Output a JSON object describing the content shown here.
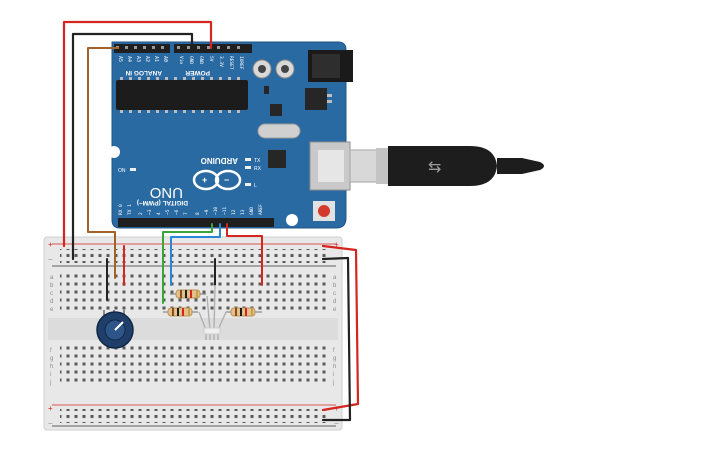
{
  "arduino": {
    "brand": "ARDUINO",
    "model": "UNO",
    "power_header_label": "POWER",
    "analog_header_label": "ANALOG IN",
    "digital_header_label": "DIGITAL (PWM~)",
    "analog_pins": [
      "A5",
      "A4",
      "A3",
      "A2",
      "A1",
      "A0"
    ],
    "power_pins": [
      "Vin",
      "GND",
      "GND",
      "5V",
      "3.3V",
      "RESET",
      "IOREF"
    ],
    "digital_pins": [
      "AREF",
      "GND",
      "13",
      "12",
      "~11",
      "~10",
      "~9",
      "8",
      "7",
      "~6",
      "~5",
      "4",
      "~3",
      "2",
      "TX 1",
      "RX 0"
    ],
    "leds": [
      "ON",
      "L",
      "TX",
      "RX"
    ],
    "colors": {
      "board": "#2a6aa3",
      "header": "#1f1f1f"
    }
  },
  "breadboard": {
    "row_letters_top": [
      "a",
      "b",
      "c",
      "d",
      "e"
    ],
    "row_letters_bottom": [
      "f",
      "g",
      "h",
      "i",
      "j"
    ],
    "rail_plus": "+",
    "rail_minus": "−",
    "column_count": 30
  },
  "components": [
    {
      "type": "potentiometer",
      "name": "potentiometer"
    },
    {
      "type": "resistor",
      "name": "resistor-1"
    },
    {
      "type": "resistor",
      "name": "resistor-2"
    },
    {
      "type": "resistor",
      "name": "resistor-3"
    },
    {
      "type": "rgb-led",
      "name": "rgb-led"
    },
    {
      "type": "usb-cable",
      "name": "usb-cable"
    }
  ],
  "wire_colors": {
    "red": "#d4261f",
    "black": "#222222",
    "brown": "#a0642a",
    "green": "#3aa63a",
    "blue": "#2a86d6"
  }
}
